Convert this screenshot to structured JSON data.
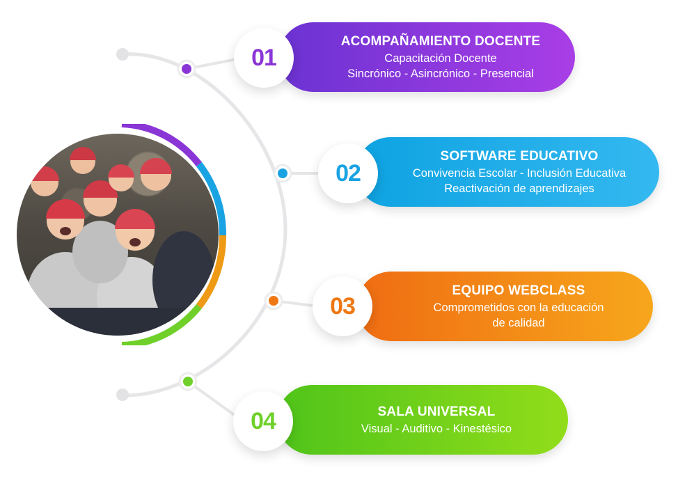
{
  "colors": {
    "purple": "#8a35d6",
    "blue": "#1aa3e2",
    "orange": "#ef7814",
    "green": "#6fd02a",
    "connector": "#e6e6e8"
  },
  "items": [
    {
      "number": "01",
      "title": "ACOMPAÑAMIENTO DOCENTE",
      "lines": [
        "Capacitación Docente",
        "Sincrónico - Asincrónico - Presencial"
      ]
    },
    {
      "number": "02",
      "title": "SOFTWARE EDUCATIVO",
      "lines": [
        "Convivencia Escolar - Inclusión Educativa",
        "Reactivación de aprendizajes"
      ]
    },
    {
      "number": "03",
      "title": "EQUIPO WEBCLASS",
      "lines": [
        "Comprometidos con la educación",
        "de calidad"
      ]
    },
    {
      "number": "04",
      "title": "SALA UNIVERSAL",
      "lines": [
        "Visual - Auditivo - Kinestésico"
      ]
    }
  ]
}
